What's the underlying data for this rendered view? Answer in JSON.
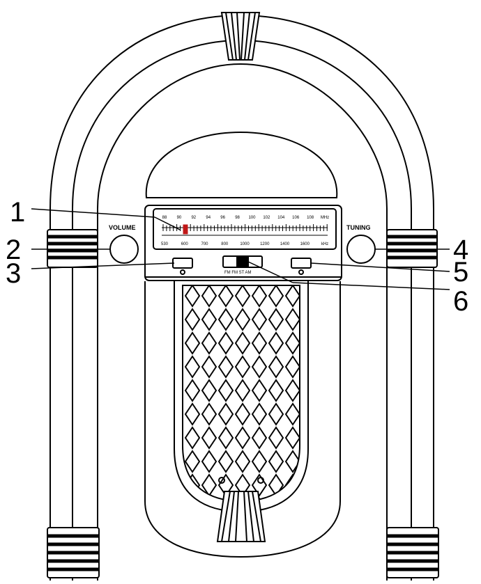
{
  "labels": {
    "volume": "VOLUME",
    "tuning": "TUNING",
    "band_switch": "FM  FM ST  AM"
  },
  "dial": {
    "fm_scale": [
      "88",
      "90",
      "92",
      "94",
      "96",
      "98",
      "100",
      "102",
      "104",
      "106",
      "108",
      "MHz"
    ],
    "am_scale": [
      "530",
      "600",
      "700",
      "800",
      "1000",
      "1200",
      "1400",
      "1600",
      "kHz"
    ]
  },
  "callouts": [
    "1",
    "2",
    "3",
    "4",
    "5",
    "6"
  ]
}
